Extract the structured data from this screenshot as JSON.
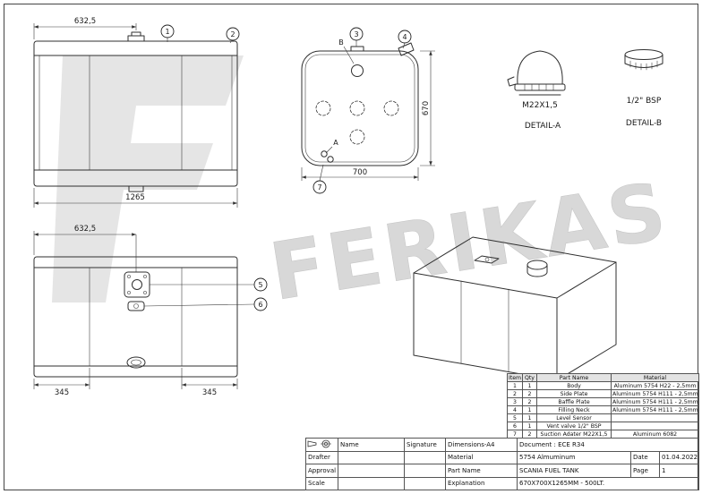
{
  "watermark": {
    "text": "FERIKAS"
  },
  "icons": {
    "projection_symbol": "first-angle-projection"
  },
  "front_view": {
    "dim_top": "632,5",
    "dim_bottom": "1265",
    "callout_1": "1",
    "callout_2": "2"
  },
  "side_view": {
    "dim_height": "670",
    "dim_width": "700",
    "callout_3": "3",
    "callout_4": "4",
    "callout_7": "7",
    "label_a": "A",
    "label_b": "B"
  },
  "details": {
    "a_spec": "M22X1,5",
    "a_label": "DETAIL-A",
    "b_spec": "1/2\" BSP",
    "b_label": "DETAIL-B"
  },
  "bottom_view": {
    "dim_top": "632,5",
    "dim_left": "345",
    "dim_right": "345",
    "callout_5": "5",
    "callout_6": "6"
  },
  "parts_table": {
    "headers": [
      "Item",
      "Qty",
      "Part Name",
      "Material"
    ],
    "rows": [
      [
        "1",
        "1",
        "Body",
        "Aluminum 5754 H22 - 2,5mm"
      ],
      [
        "2",
        "2",
        "Side Plate",
        "Aluminum 5754 H111 - 2,5mm"
      ],
      [
        "3",
        "2",
        "Baffle Plate",
        "Aluminum 5754 H111 - 2,5mm"
      ],
      [
        "4",
        "1",
        "Filling Neck",
        "Aluminum 5754 H111 - 2,5mm"
      ],
      [
        "5",
        "1",
        "Level Sensor",
        ""
      ],
      [
        "6",
        "1",
        "Vent valve 1/2\" BSP",
        ""
      ],
      [
        "7",
        "2",
        "Suction Adater M22X1,5",
        "Aluminum 6082"
      ]
    ]
  },
  "title_block": {
    "name_header": "Name",
    "signature_header": "Signature",
    "dimensions_label": "Dimensions-A4",
    "document_value": "Document : ECE R34",
    "drafter_label": "Drafter",
    "material_label": "Material",
    "material_value": "5754 Almuminum",
    "date_label": "Date",
    "date_value": "01.04.2022",
    "approval_label": "Approval",
    "part_name_label": "Part Name",
    "part_name_value": "SCANIA FUEL TANK",
    "page_label": "Page",
    "page_value": "1",
    "scale_label": "Scale",
    "explanation_label": "Explanation",
    "explanation_value": "670X700X1265MM - 500LT."
  }
}
